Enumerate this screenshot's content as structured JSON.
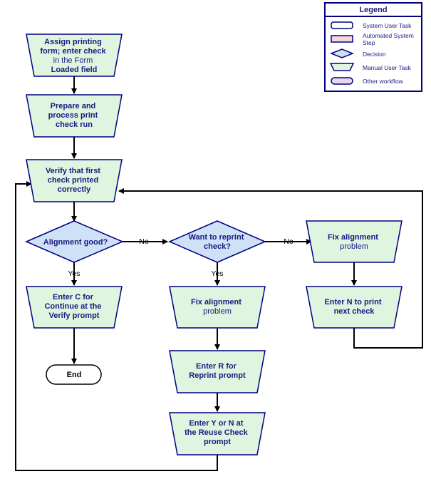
{
  "colors": {
    "manual_fill": "#dff5df",
    "decision_fill": "#cfe1f7",
    "system_fill": "#ffffff",
    "automated_fill": "#f6d6dc",
    "other_fill": "#e6d6f0",
    "outline": "#000080",
    "text": "#1a1a80",
    "connector": "#000000"
  },
  "legend": {
    "title": "Legend",
    "items": [
      {
        "icon": "system-user-task-icon",
        "label": "System User Task"
      },
      {
        "icon": "automated-system-step-icon",
        "label": "Automated System Step"
      },
      {
        "icon": "decision-icon",
        "label": "Decision"
      },
      {
        "icon": "manual-user-task-icon",
        "label": "Manual User Task"
      },
      {
        "icon": "other-workflow-icon",
        "label": "Other workflow"
      }
    ]
  },
  "nodes": {
    "assign_form": {
      "lines": [
        "Assign printing",
        "form; enter check",
        "in the Form",
        "Loaded field"
      ]
    },
    "prepare_run": {
      "lines": [
        "Prepare and",
        "process print",
        "check run"
      ]
    },
    "verify_first": {
      "lines": [
        "Verify that first",
        "check printed",
        "correctly"
      ]
    },
    "alignment_good": {
      "lines": [
        "Alignment good?"
      ]
    },
    "want_reprint": {
      "lines": [
        "Want to reprint",
        "check?"
      ]
    },
    "fix_alignment_right": {
      "lines": [
        "Fix alignment",
        "problem"
      ]
    },
    "enter_c": {
      "lines": [
        "Enter C for",
        "Continue at the",
        "Verify prompt"
      ]
    },
    "fix_alignment_mid": {
      "lines": [
        "Fix alignment",
        "problem"
      ]
    },
    "enter_n": {
      "lines": [
        "Enter N to print",
        "next check"
      ]
    },
    "end": {
      "lines": [
        "End"
      ]
    },
    "enter_r": {
      "lines": [
        "Enter R for",
        "Reprint prompt"
      ]
    },
    "enter_y_n": {
      "lines": [
        "Enter Y or N at",
        "the Reuse Check",
        "prompt"
      ]
    }
  },
  "edge_labels": {
    "no_1": "No",
    "no_2": "No",
    "yes_1": "Yes",
    "yes_2": "Yes"
  }
}
